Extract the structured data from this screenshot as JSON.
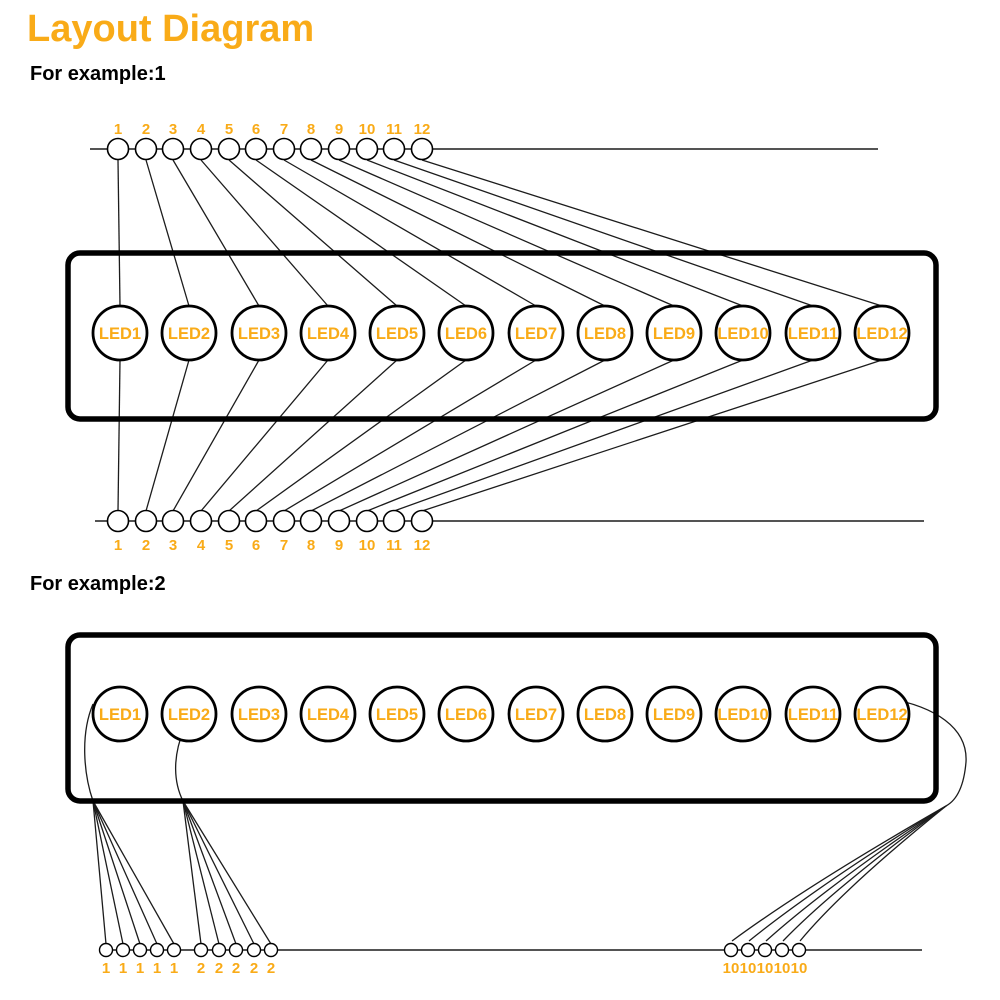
{
  "title": "Layout Diagram",
  "colors": {
    "accent": "#F9AB18",
    "wire": "#1c1c1c",
    "outline": "#000000"
  },
  "example1": {
    "label": "For example:1",
    "top_pins": [
      "1",
      "2",
      "3",
      "4",
      "5",
      "6",
      "7",
      "8",
      "9",
      "10",
      "11",
      "12"
    ],
    "leds": [
      "LED1",
      "LED2",
      "LED3",
      "LED4",
      "LED5",
      "LED6",
      "LED7",
      "LED8",
      "LED9",
      "LED10",
      "LED11",
      "LED12"
    ],
    "bottom_pins": [
      "1",
      "2",
      "3",
      "4",
      "5",
      "6",
      "7",
      "8",
      "9",
      "10",
      "11",
      "12"
    ]
  },
  "example2": {
    "label": "For example:2",
    "leds": [
      "LED1",
      "LED2",
      "LED3",
      "LED4",
      "LED5",
      "LED6",
      "LED7",
      "LED8",
      "LED9",
      "LED10",
      "LED11",
      "LED12"
    ],
    "pin_groups": [
      {
        "name": "group-1",
        "labels": [
          "1",
          "1",
          "1",
          "1",
          "1"
        ]
      },
      {
        "name": "group-2",
        "labels": [
          "2",
          "2",
          "2",
          "2",
          "2"
        ]
      },
      {
        "name": "group-10",
        "labels": [
          "10",
          "10",
          "10",
          "10",
          "10"
        ]
      }
    ]
  }
}
